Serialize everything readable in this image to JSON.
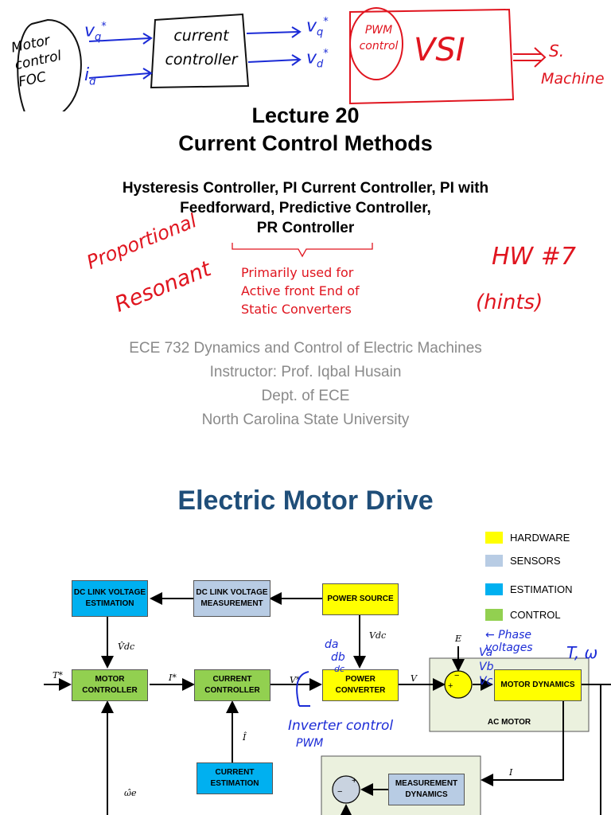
{
  "slide1": {
    "title_line1": "Lecture 20",
    "title_line2": "Current Control Methods",
    "subtitle_line1": "Hysteresis Controller, PI Current Controller, PI with",
    "subtitle_line2": "Feedforward, Predictive Controller,",
    "subtitle_line3": "PR Controller",
    "course": "ECE 732 Dynamics and Control of Electric Machines",
    "instructor": "Instructor: Prof. Iqbal Husain",
    "dept": "Dept. of ECE",
    "university": "North Carolina State University",
    "annotations": {
      "motor_control": "Motor control FOC",
      "current_controller": "current controller",
      "vq": "v",
      "vd": "v",
      "pwm": "PWM control",
      "vsi": "VSI",
      "machine": "Machine",
      "proportional": "Proportional",
      "resonant": "Resonant",
      "primarily_1": "Primarily used for",
      "primarily_2": "Active front End of",
      "primarily_3": "Static Converters",
      "hw": "HW #7",
      "hints": "hints"
    }
  },
  "slide2": {
    "title": "Electric Motor Drive",
    "legend": [
      {
        "label": "HARDWARE",
        "color": "#ffff00"
      },
      {
        "label": "SENSORS",
        "color": "#b8cce4"
      },
      {
        "label": "ESTIMATION",
        "color": "#00b0f0"
      },
      {
        "label": "CONTROL",
        "color": "#92d050"
      }
    ],
    "blocks": {
      "dc_link_est": "DC LINK VOLTAGE ESTIMATION",
      "dc_link_meas": "DC LINK VOLTAGE MEASUREMENT",
      "power_source": "POWER SOURCE",
      "motor_controller": "MOTOR CONTROLLER",
      "current_controller": "CURRENT CONTROLLER",
      "power_converter": "POWER CONVERTER",
      "motor_dynamics": "MOTOR DYNAMICS",
      "ac_motor": "AC MOTOR",
      "current_estimation": "CURRENT ESTIMATION",
      "measurement_dynamics": "MEASUREMENT DYNAMICS"
    },
    "signals": {
      "vdc_hat": "V̂dc",
      "vdc": "Vdc",
      "t_star": "T*",
      "i_star": "I*",
      "v_star": "V*",
      "v": "V",
      "e": "E",
      "i_hat": "Î",
      "i": "I",
      "omega_hat": "ω̂e"
    },
    "annotations": {
      "phase": "← Phase voltages",
      "t_omega": "T, ω",
      "da": "da",
      "db": "db",
      "dc": "dc",
      "va": "Va",
      "vb": "Vb",
      "vc": "Vc",
      "inverter": "Inverter control",
      "pwm": "PWM"
    }
  }
}
